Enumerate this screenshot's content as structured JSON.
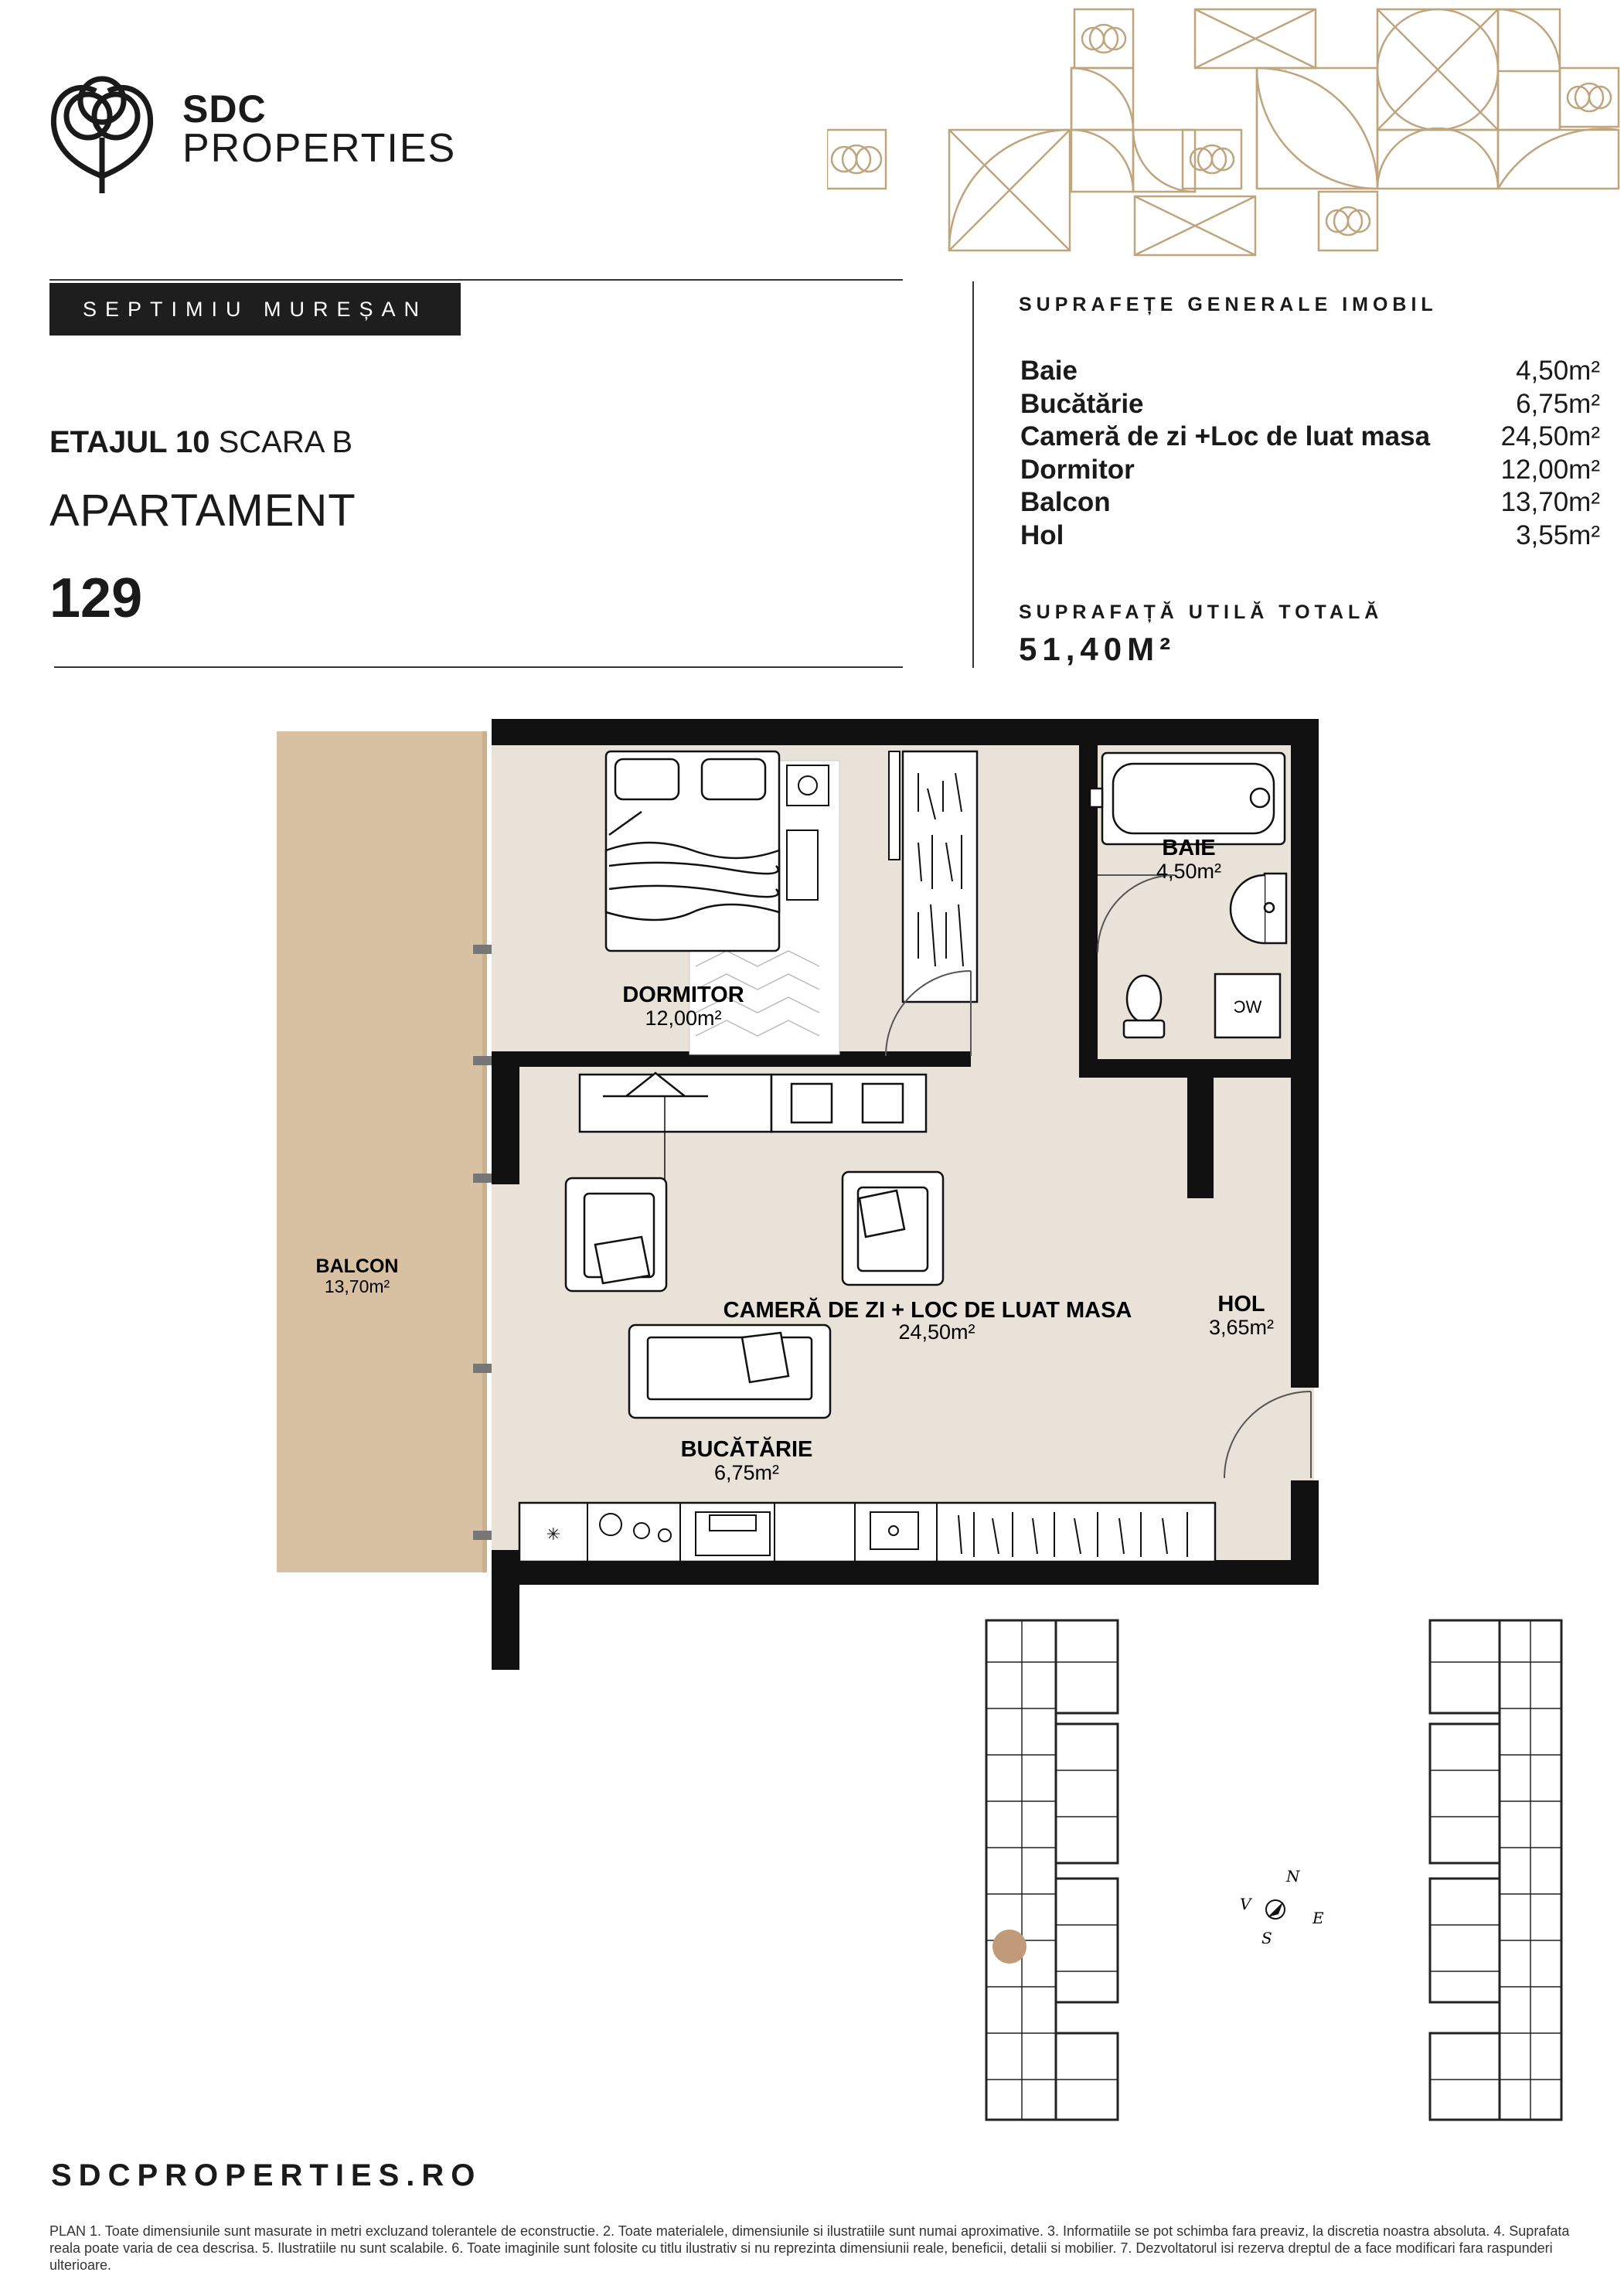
{
  "brand": {
    "name": "SDC",
    "sub": "PROPERTIES"
  },
  "project": {
    "name": "SEPTIMIU MUREȘAN"
  },
  "apartment": {
    "floor_label": "ETAJUL 10",
    "stair_label": "SCARA B",
    "type": "APARTAMENT",
    "number": "129"
  },
  "areas": {
    "title": "SUPRAFEȚE GENERALE IMOBIL",
    "rows": [
      {
        "name": "Baie",
        "value": "4,50m²"
      },
      {
        "name": "Bucătărie",
        "value": "6,75m²"
      },
      {
        "name": "Cameră de zi +Loc de luat masa",
        "value": "24,50m²"
      },
      {
        "name": "Dormitor",
        "value": "12,00m²"
      },
      {
        "name": "Balcon",
        "value": "13,70m²"
      },
      {
        "name": "Hol",
        "value": "3,55m²"
      }
    ],
    "total_title": "SUPRAFAȚĂ UTILĂ TOTALĂ",
    "total_value": "51,40M²"
  },
  "plan": {
    "rooms": {
      "dormitor": {
        "name": "DORMITOR",
        "area": "12,00m²"
      },
      "baie": {
        "name": "BAIE",
        "area": "4,50m²"
      },
      "balcon": {
        "name": "BALCON",
        "area": "13,70m²"
      },
      "camera": {
        "name": "CAMERĂ DE ZI  + LOC DE LUAT MASA",
        "area": "24,50m²"
      },
      "hol": {
        "name": "HOL",
        "area": "3,65m²"
      },
      "bucatarie": {
        "name": "BUCĂTĂRIE",
        "area": "6,75m²"
      }
    },
    "wc_label": "WC",
    "colors": {
      "wall": "#111111",
      "floor": "#e9e2d8",
      "balcony": "#d8c1a3",
      "accent": "#c09a79",
      "gold": "#bfa57e"
    }
  },
  "compass": {
    "n": "N",
    "e": "E",
    "s": "S",
    "v": "V"
  },
  "footer": {
    "website": "SDCPROPERTIES.RO",
    "disclaimer": "PLAN 1. Toate dimensiunile sunt masurate in metri excluzand tolerantele de econstructie. 2. Toate materialele, dimensiunile si ilustratiile sunt numai aproximative. 3. Informatiile se pot schimba fara preaviz, la discretia noastra absoluta. 4. Suprafata reala poate varia de cea descrisa. 5. Ilustratiile nu sunt scalabile. 6. Toate imaginile sunt folosite cu titlu ilustrativ si nu reprezinta dimensiunii reale, beneficii, detalii si mobilier. 7. Dezvoltatorul isi rezerva dreptul de a face modificari fara raspunderi ulterioare."
  }
}
